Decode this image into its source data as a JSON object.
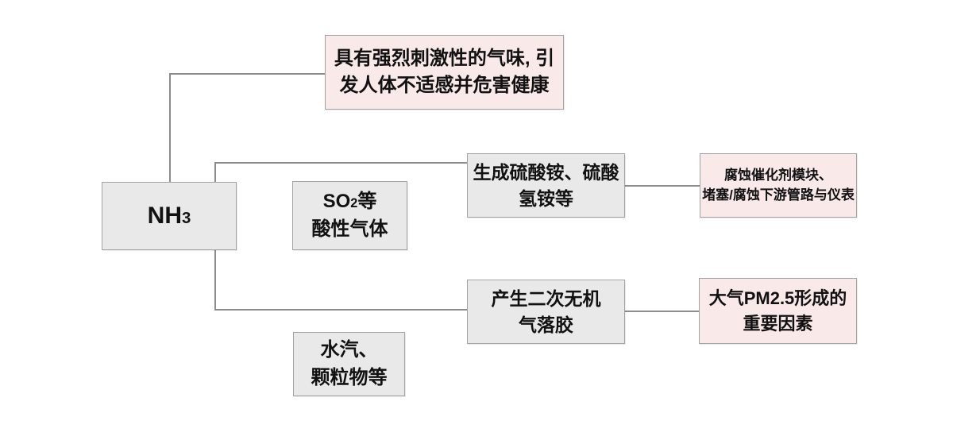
{
  "colors": {
    "background": "#ffffff",
    "gray_fill": "#e9e9e9",
    "pink_fill": "#f9e9e8",
    "box_border": "#a3a3a3",
    "line": "#8c8c8c",
    "text": "#111111"
  },
  "nodes": {
    "nh3": {
      "formula_base": "NH",
      "formula_num": "3"
    },
    "so2": {
      "line1_base": "SO",
      "line1_num": "2",
      "line1_suffix": "等",
      "line2": "酸性气体"
    },
    "odor": {
      "line1": "具有强烈刺激性的气味, 引",
      "line2": "发人体不适感并危害健康"
    },
    "sulfate": {
      "line1": "生成硫酸铵、硫酸",
      "line2": "氢铵等"
    },
    "corrosion": {
      "line1": "腐蚀催化剂模块、",
      "line2": "堵塞/腐蚀下游管路与仪表"
    },
    "aerosol": {
      "line1": "产生二次无机",
      "line2": "气落胶"
    },
    "pm25": {
      "line1": "大气PM2.5形成的",
      "line2": "重要因素"
    },
    "moisture": {
      "line1": "水汽、",
      "line2": "颗粒物等"
    }
  }
}
